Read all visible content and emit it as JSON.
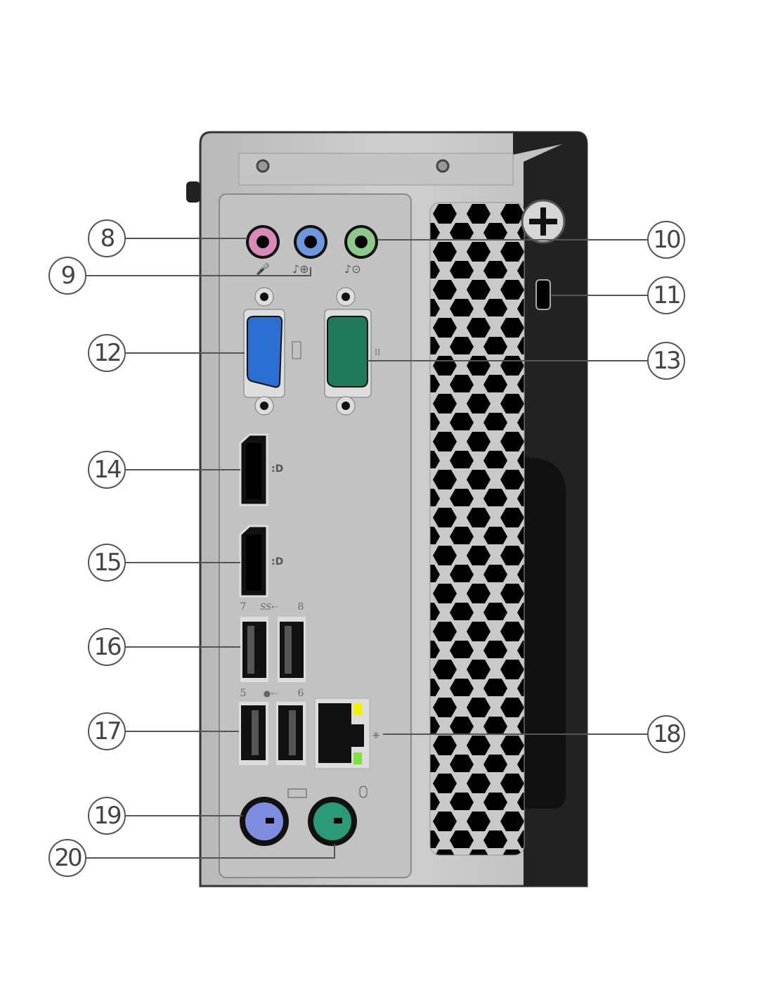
{
  "callouts": [
    {
      "number": "8",
      "label": "microphone-jack"
    },
    {
      "number": "9",
      "label": "audio-line-in"
    },
    {
      "number": "10",
      "label": "audio-line-out"
    },
    {
      "number": "11",
      "label": "security-lock-slot"
    },
    {
      "number": "12",
      "label": "vga-port"
    },
    {
      "number": "13",
      "label": "serial-port"
    },
    {
      "number": "14",
      "label": "displayport-1"
    },
    {
      "number": "15",
      "label": "displayport-2"
    },
    {
      "number": "16",
      "label": "usb-3-ports"
    },
    {
      "number": "17",
      "label": "usb-2-ports"
    },
    {
      "number": "18",
      "label": "ethernet-port"
    },
    {
      "number": "19",
      "label": "ps2-keyboard"
    },
    {
      "number": "20",
      "label": "ps2-mouse"
    }
  ],
  "port_labels": {
    "usb_top_left": "7",
    "usb_top_right": "8",
    "usb3_symbol": "SS⇠",
    "usb_bottom_left": "5",
    "usb_bottom_right": "6",
    "usb2_symbol": "●⇠",
    "dp_symbol": ":D",
    "line_in_symbol": "♪⊕",
    "line_out_symbol": "♪⊙",
    "mic_symbol": "🎤"
  },
  "colors": {
    "mic": "#d88bb8",
    "line_in": "#6f97e0",
    "line_out": "#8fc98a",
    "vga": "#2a6fd1",
    "serial": "#1e7a5a",
    "ps2_keyboard": "#7f8de0",
    "ps2_mouse": "#2a9a78",
    "led_yellow": "#f2f000",
    "led_green": "#7fe23a"
  }
}
